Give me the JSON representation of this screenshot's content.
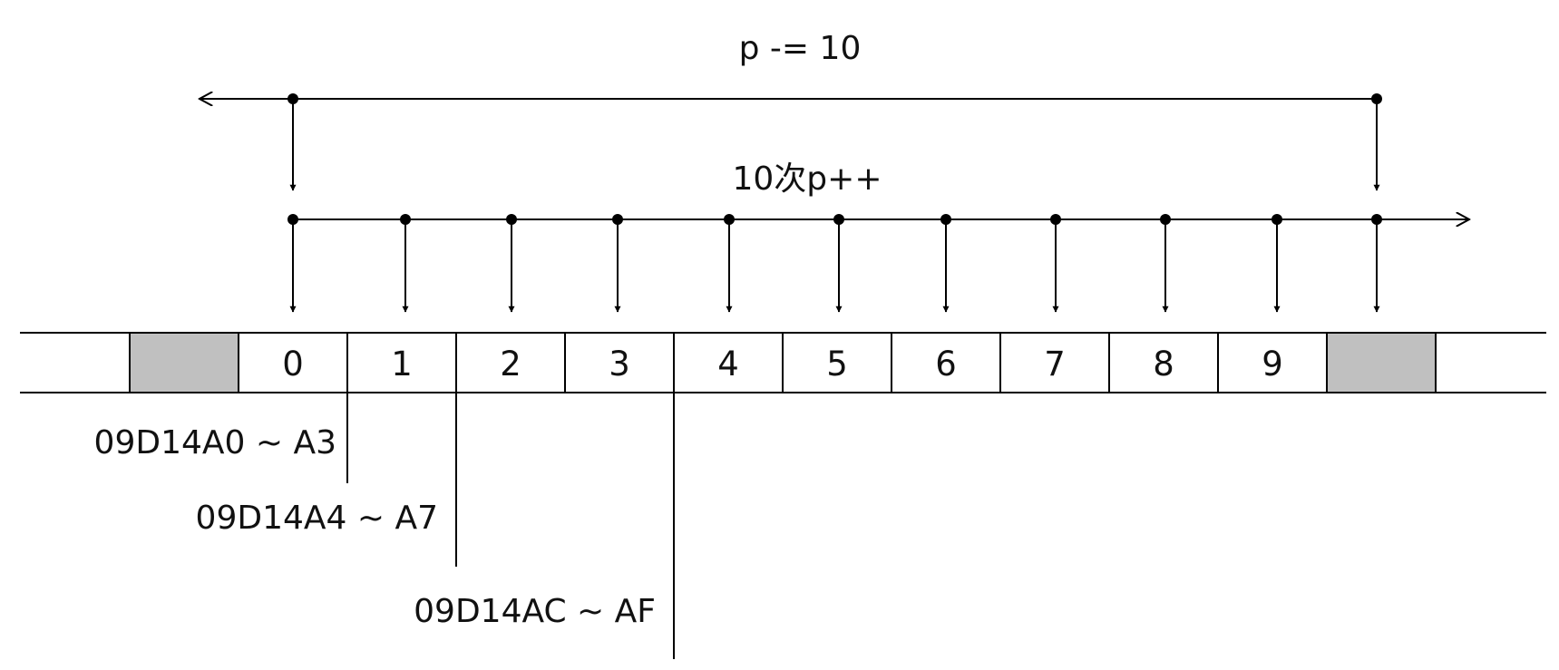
{
  "top_label": "p -= 10",
  "middle_label": "10次p++",
  "cells": [
    {
      "label": "",
      "shaded": false
    },
    {
      "label": "",
      "shaded": true
    },
    {
      "label": "0",
      "shaded": false
    },
    {
      "label": "1",
      "shaded": false
    },
    {
      "label": "2",
      "shaded": false
    },
    {
      "label": "3",
      "shaded": false
    },
    {
      "label": "4",
      "shaded": false
    },
    {
      "label": "5",
      "shaded": false
    },
    {
      "label": "6",
      "shaded": false
    },
    {
      "label": "7",
      "shaded": false
    },
    {
      "label": "8",
      "shaded": false
    },
    {
      "label": "9",
      "shaded": false
    },
    {
      "label": "",
      "shaded": true
    },
    {
      "label": "",
      "shaded": false
    }
  ],
  "addresses": [
    {
      "text": "09D14A0 ~ A3"
    },
    {
      "text": "09D14A4 ~ A7"
    },
    {
      "text": "09D14AC ~ AF"
    }
  ],
  "colors": {
    "line": "#000000",
    "shaded_cell": "#c0c0c0",
    "text": "#111111"
  }
}
